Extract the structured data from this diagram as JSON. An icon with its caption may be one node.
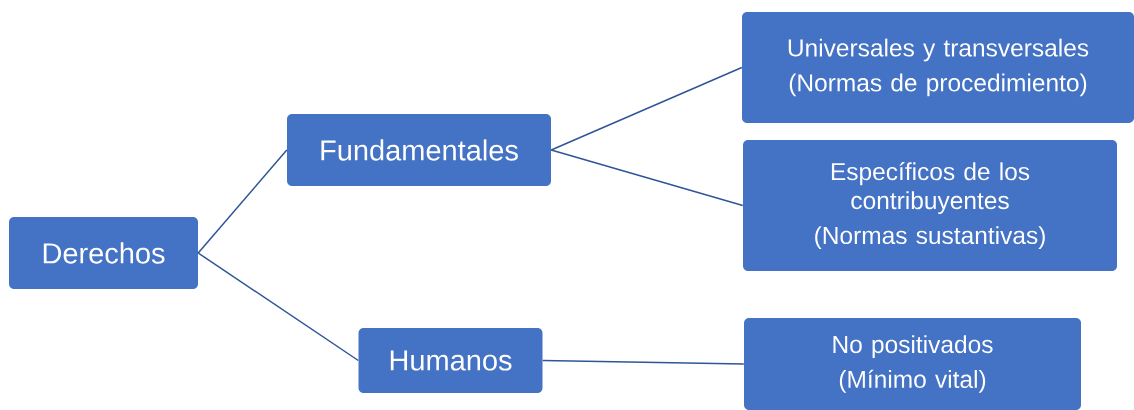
{
  "diagram": {
    "nodes": [
      {
        "text": [
          "Derechos"
        ]
      },
      {
        "text": [
          "Fundamentales"
        ]
      },
      {
        "text": [
          "Humanos"
        ]
      },
      {
        "text": [
          "Universales y transversales",
          "(Normas de procedimiento)"
        ]
      },
      {
        "text": [
          "Específicos de los contribuyentes",
          "(Normas sustantivas)"
        ]
      },
      {
        "text": [
          "No positivados",
          "(Mínimo vital)"
        ]
      }
    ],
    "edges": [
      {
        "from": 0,
        "to": 1,
        "arrow": "none"
      },
      {
        "from": 0,
        "to": 2,
        "arrow": "none"
      },
      {
        "from": 1,
        "to": 3,
        "arrow": "none"
      },
      {
        "from": 1,
        "to": 4,
        "arrow": "none"
      },
      {
        "from": 2,
        "to": 5,
        "arrow": "none"
      }
    ]
  }
}
